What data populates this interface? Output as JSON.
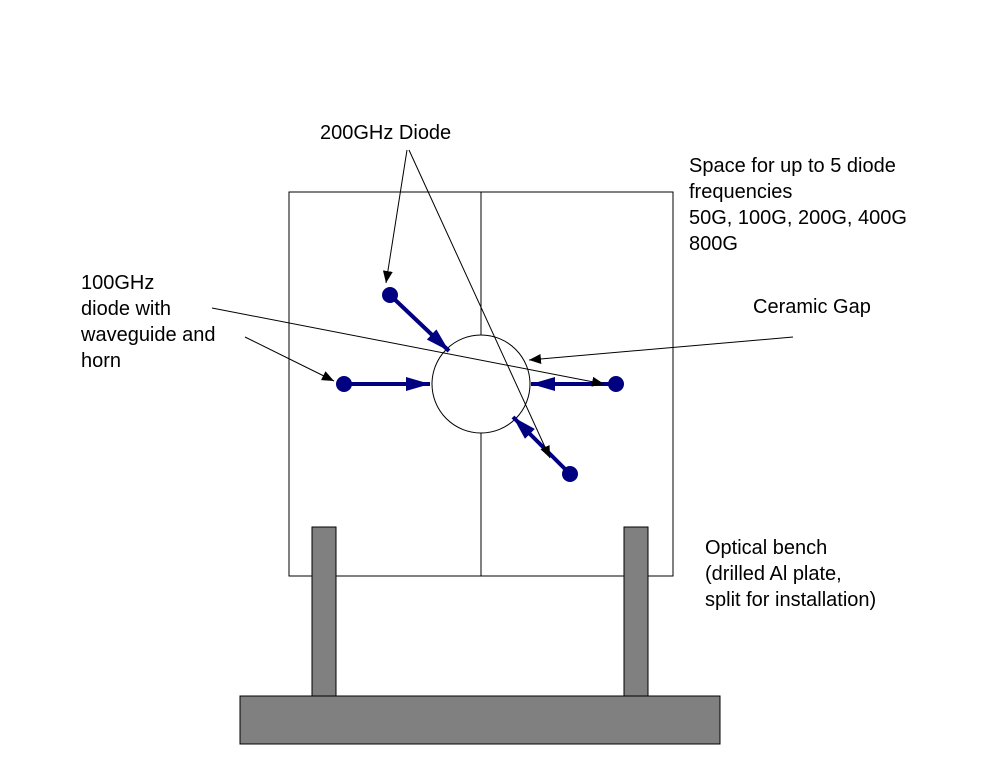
{
  "labels": {
    "diode_200": "200GHz Diode",
    "space": {
      "line1": "Space for up to 5 diode",
      "line2": "frequencies",
      "line3": "50G, 100G, 200G, 400G",
      "line4": "800G"
    },
    "diode_100": {
      "line1": "100GHz",
      "line2": "diode with",
      "line3": "waveguide and",
      "line4": "horn"
    },
    "ceramic_gap": "Ceramic Gap",
    "optical_bench": {
      "line1": "Optical bench",
      "line2": "(drilled Al plate,",
      "line3": "split for installation)"
    }
  },
  "colors": {
    "diode": "#000080",
    "bench": "#808080",
    "outline": "#000000"
  }
}
